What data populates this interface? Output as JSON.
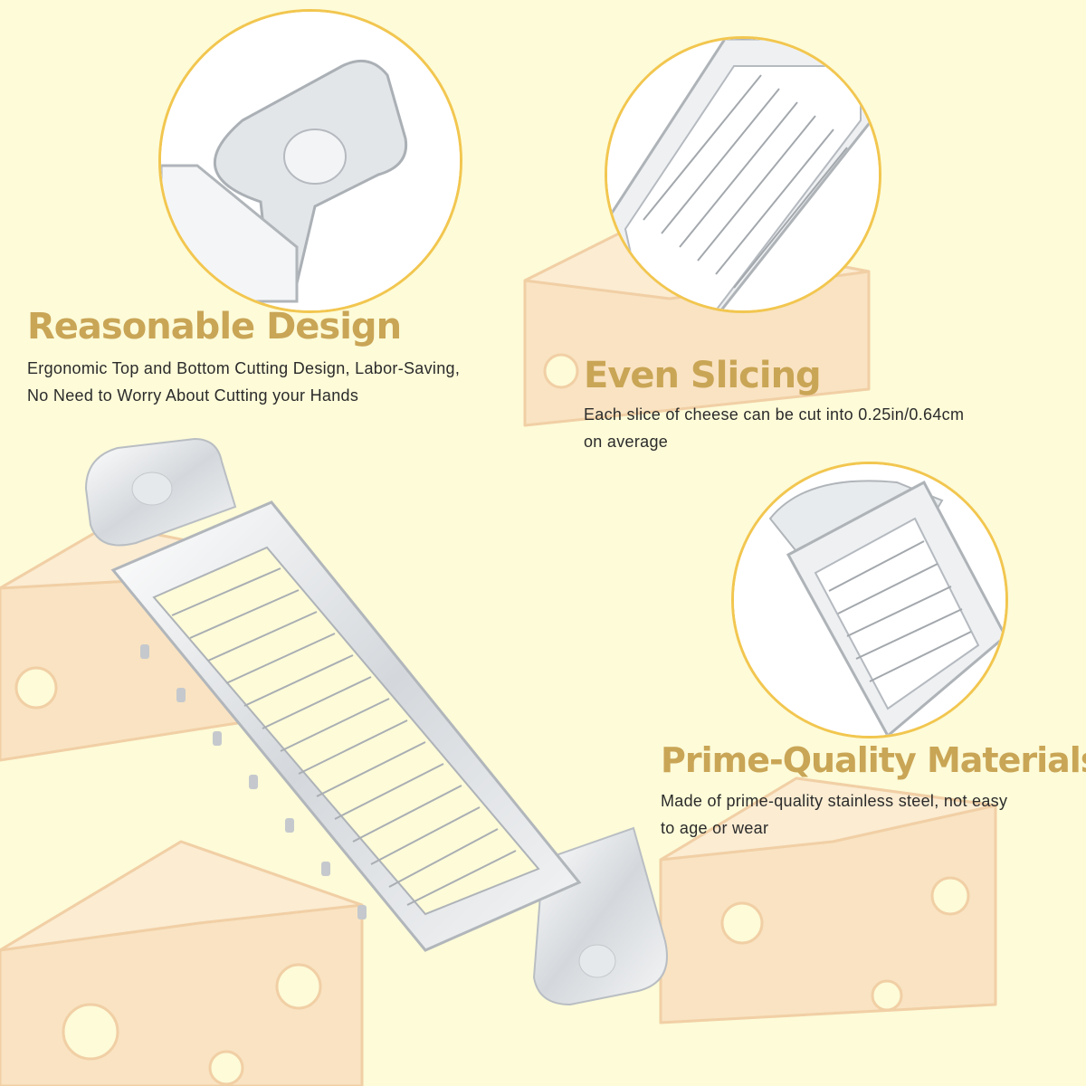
{
  "features": [
    {
      "heading": "Reasonable Design",
      "lines": [
        "Ergonomic Top and Bottom Cutting Design, Labor-Saving,",
        "No Need to Worry About Cutting your Hands"
      ]
    },
    {
      "heading": "Even Slicing",
      "lines": [
        "Each slice of cheese can be cut into 0.25in/0.64cm",
        "on average"
      ]
    },
    {
      "heading": "Prime-Quality Materials",
      "lines": [
        "Made of prime-quality stainless steel, not easy",
        "to age or wear"
      ]
    }
  ],
  "colors": {
    "background": "#fdfbd8",
    "heading": "#c9a556",
    "callout_border": "#f2c64f",
    "cheese": "#f9e3c2",
    "steel": "#d9dcdf"
  },
  "icons": [
    "cheese-wedge-icon",
    "cheese-slicer-product",
    "zoom-callout"
  ]
}
